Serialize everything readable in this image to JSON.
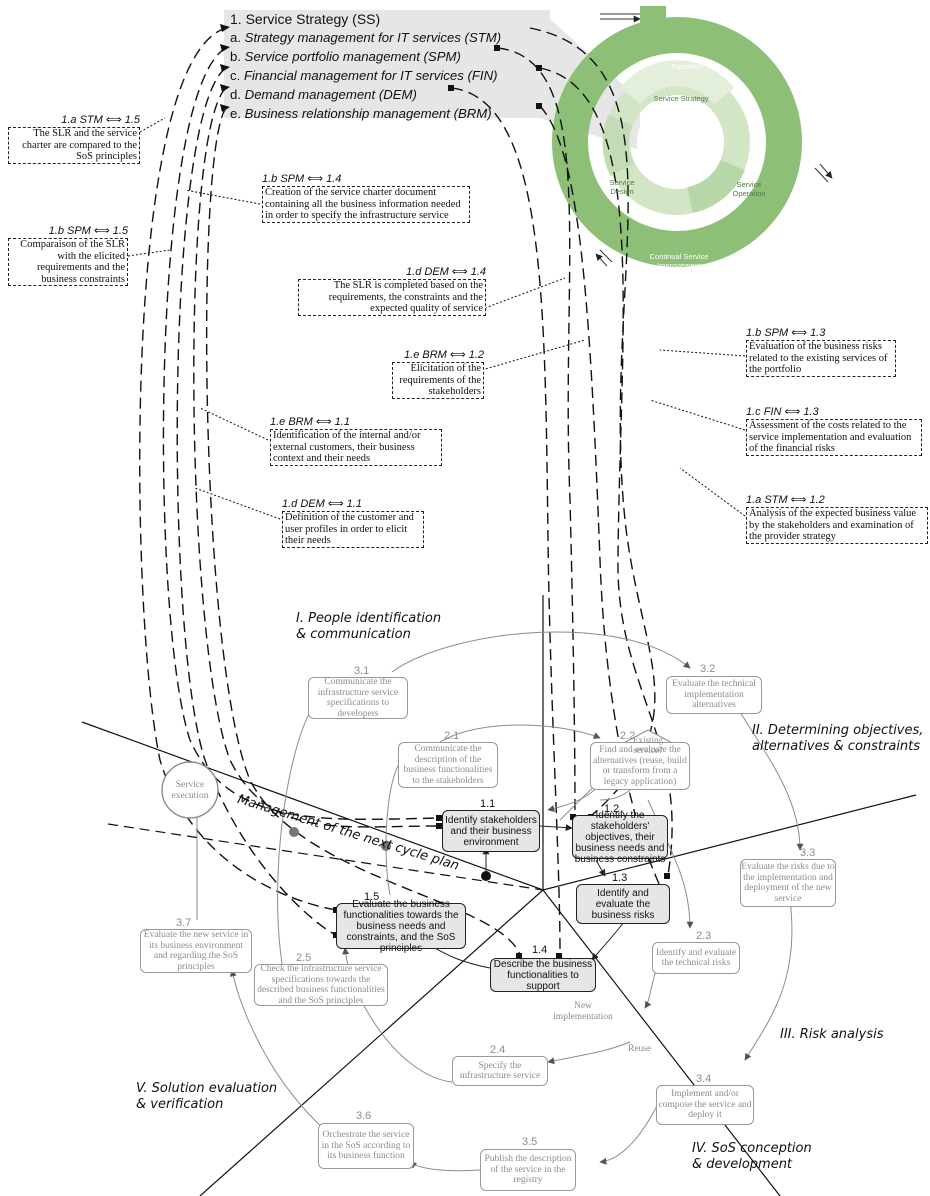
{
  "service_strategy": {
    "title": "1. Service Strategy (SS)",
    "items": [
      {
        "letter": "a.",
        "label": "Strategy management for IT services (STM)"
      },
      {
        "letter": "b.",
        "label": "Service portfolio management (SPM)"
      },
      {
        "letter": "c.",
        "label": "Financial management for IT services (FIN)"
      },
      {
        "letter": "d.",
        "label": "Demand management (DEM)"
      },
      {
        "letter": "e.",
        "label": "Business relationship management (BRM)"
      }
    ]
  },
  "itil_wheel": {
    "transition": "Service Transition",
    "strategy": "Service Strategy",
    "design": "Service Design",
    "operation": "Service Operation",
    "improvement": "Continual Service Improvement",
    "color": "#8dbf77"
  },
  "mappings": [
    {
      "id": "m1",
      "label": "1.a STM ⟺ 1.5",
      "text": "The SLR and the service charter are compared to the SoS principles"
    },
    {
      "id": "m2",
      "label": "1.b SPM ⟺ 1.4",
      "text": "Creation of the service charter document containing all the business information needed in order to specify the infrastructure service"
    },
    {
      "id": "m3",
      "label": "1.b SPM ⟺ 1.5",
      "text": "Comparaison of the SLR with the elicited requirements and the business constraints"
    },
    {
      "id": "m4",
      "label": "1.d DEM ⟺ 1.4",
      "text": "The SLR is completed based on the requirements, the constraints and the expected quality of service"
    },
    {
      "id": "m5",
      "label": "1.e BRM ⟺ 1.2",
      "text": "Elicitation of the requirements of the stakeholders"
    },
    {
      "id": "m6",
      "label": "1.e BRM ⟺ 1.1",
      "text": "Identification of the internal and/or external customers, their business context and their needs"
    },
    {
      "id": "m7",
      "label": "1.d DEM ⟺ 1.1",
      "text": "Definition of the customer and user profiles in order to elicit their needs"
    },
    {
      "id": "m8",
      "label": "1.b SPM ⟺ 1.3",
      "text": "Evaluation of the business risks related to the existing services of the portfolio"
    },
    {
      "id": "m9",
      "label": "1.c FIN ⟺ 1.3",
      "text": "Assessment of the costs related to the service implementation and evaluation of the financial risks"
    },
    {
      "id": "m10",
      "label": "1.a STM ⟺ 1.2",
      "text": "Analysis of the expected business value by the stakeholders and examination of the provider strategy"
    }
  ],
  "phases": {
    "p1": "I. People identification\n& communication",
    "p2": "II. Determining objectives,\nalternatives & constraints",
    "p3": "III. Risk analysis",
    "p4": "IV. SoS conception\n& development",
    "p5": "V. Solution evaluation\n& verification",
    "next_cycle": "Management of the next cycle plan"
  },
  "service_execution": "Service execution",
  "cycle1": [
    {
      "num": "1.1",
      "text": "Identify stakeholders and their business environment"
    },
    {
      "num": "1.2",
      "text": "Identify the stakeholders' objectives, their business needs and business constraints"
    },
    {
      "num": "1.3",
      "text": "Identify and evaluate the business risks"
    },
    {
      "num": "1.4",
      "text": "Describe the business functionalities to support"
    },
    {
      "num": "1.5",
      "text": "Evaluate the business functionalities towards the business needs and constraints, and the SoS principles"
    }
  ],
  "cycle2": [
    {
      "num": "2.1",
      "text": "Communicate the description of the business functionalities to the stakeholders"
    },
    {
      "num": "2.2",
      "text": "Find and evaluate the alternatives (reuse, build or transform from a legacy application)"
    },
    {
      "num": "2.3",
      "text": "Identify and evaluate the technical risks"
    },
    {
      "num": "2.4",
      "text": "Specify the infrastructure service"
    },
    {
      "num": "2.5",
      "text": "Check the infrastructure service specifications towards the described business functionalities and the SoS principles"
    }
  ],
  "cycle3": [
    {
      "num": "3.1",
      "text": "Communicate the infrastructure service specifications to developers"
    },
    {
      "num": "3.2",
      "text": "Evaluate the technical implementation alternatives"
    },
    {
      "num": "3.3",
      "text": "Evaluate the risks due to the implementation and deployment of the new service"
    },
    {
      "num": "3.4",
      "text": "Implement and/or compose the service and deploy it"
    },
    {
      "num": "3.5",
      "text": "Publish the description of the service in the registry"
    },
    {
      "num": "3.6",
      "text": "Orchestrate the service in the SoS according to its business function"
    },
    {
      "num": "3.7",
      "text": "Evaluate the new service in its business environment and regarding the SoS principles"
    }
  ],
  "decision": {
    "text": "Existing service?",
    "new_label": "New implementation",
    "reuse_label": "Reuse"
  }
}
